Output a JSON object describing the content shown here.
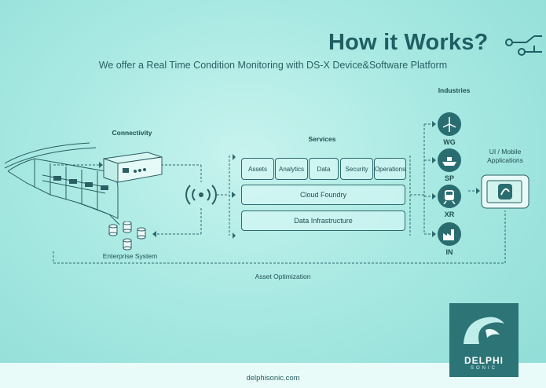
{
  "header": {
    "title": "How it Works?",
    "subtitle": "We offer a Real Time Condition Monitoring with DS-X Device&Software Platform"
  },
  "connectivity": {
    "label": "Connectivity"
  },
  "enterprise": {
    "label": "Enterprise System"
  },
  "services": {
    "label": "Services",
    "modules": [
      "Assets",
      "Analytics",
      "Data",
      "Security",
      "Operations"
    ],
    "cloud": "Cloud Foundry",
    "infra": "Data Infrastructure"
  },
  "industries": {
    "label": "Industries",
    "items": [
      {
        "code": "WG",
        "icon": "wind-turbine-icon"
      },
      {
        "code": "SP",
        "icon": "ship-icon"
      },
      {
        "code": "XR",
        "icon": "train-icon"
      },
      {
        "code": "IN",
        "icon": "industry-icon"
      }
    ]
  },
  "apps": {
    "label_line1": "UI / Mobile",
    "label_line2": "Applications"
  },
  "asset_optimization": "Asset Optimization",
  "footer": {
    "url": "delphisonic.com"
  },
  "logo": {
    "name": "DELPHI",
    "sub": "SONIC"
  },
  "colors": {
    "accent": "#2a6d70",
    "background": "#a9e9e3"
  }
}
